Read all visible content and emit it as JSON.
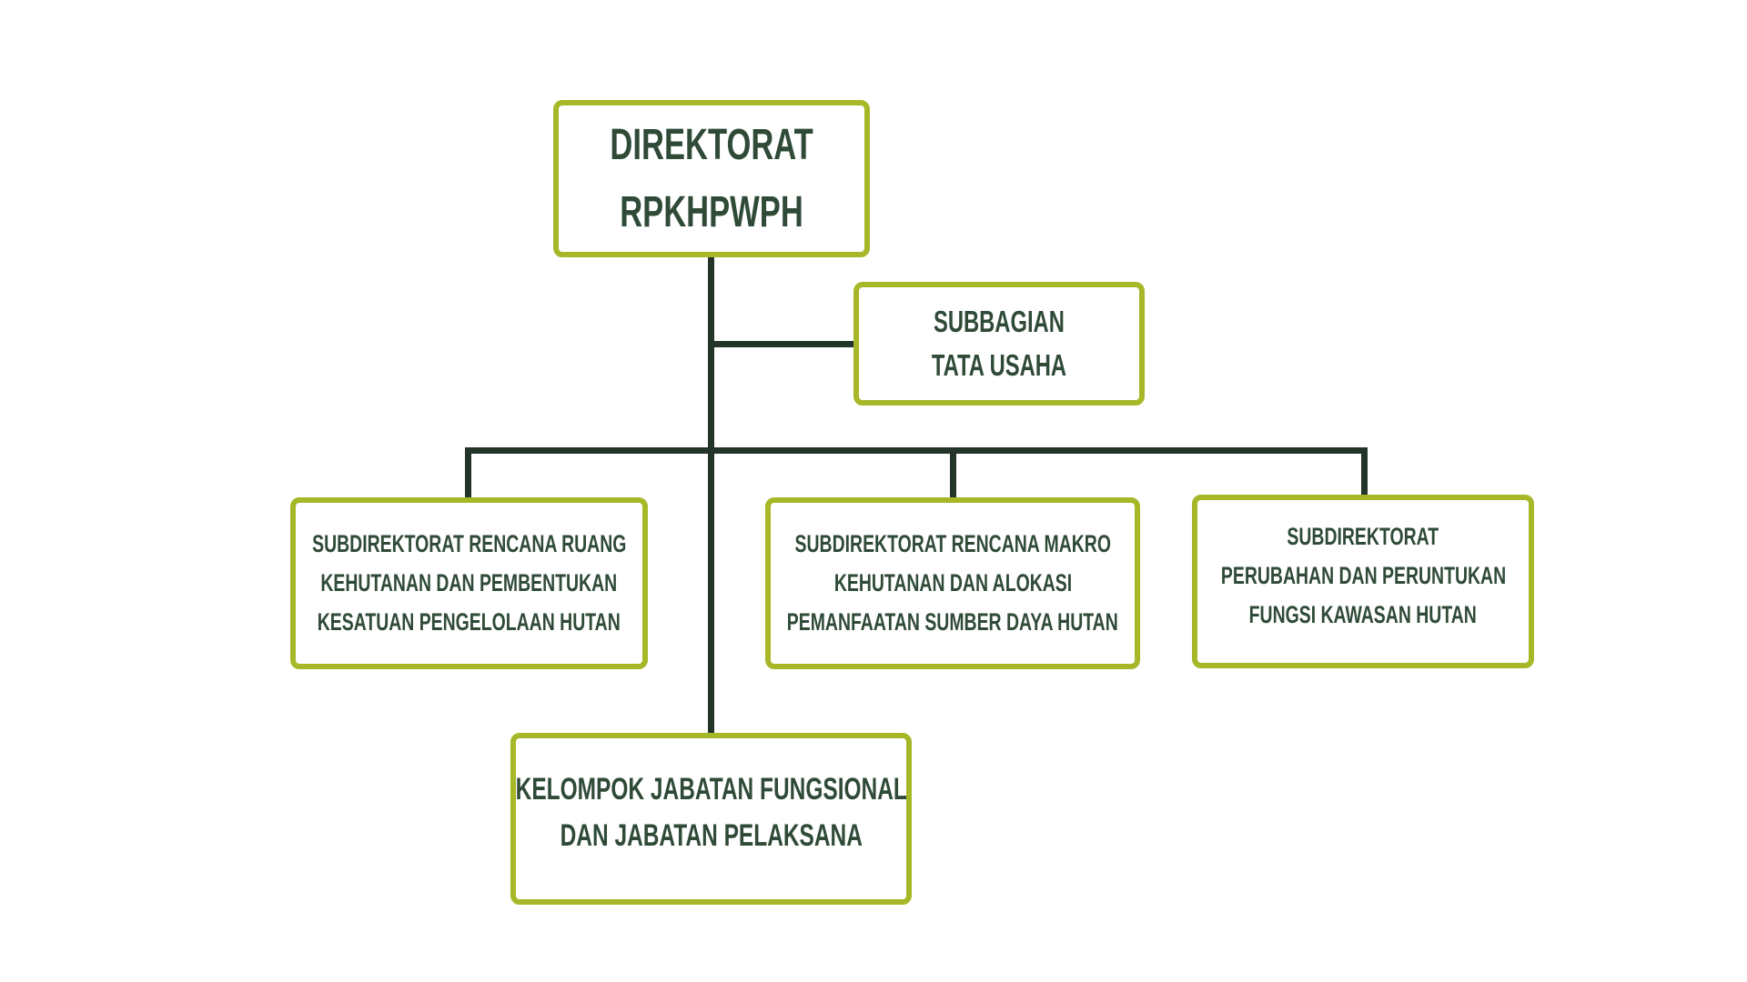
{
  "colors": {
    "border": "#a6b828",
    "text": "#2f4a37",
    "connector": "#233529"
  },
  "director": {
    "lines": [
      "DIREKTORAT",
      "RPKHPWPH"
    ]
  },
  "staff": {
    "lines": [
      "SUBBAGIAN",
      "TATA USAHA"
    ]
  },
  "subdirectorates": [
    {
      "lines": [
        "SUBDIREKTORAT RENCANA RUANG",
        "KEHUTANAN DAN PEMBENTUKAN",
        "KESATUAN PENGELOLAAN HUTAN"
      ]
    },
    {
      "lines": [
        "SUBDIREKTORAT RENCANA MAKRO",
        "KEHUTANAN DAN ALOKASI",
        "PEMANFAATAN SUMBER DAYA HUTAN"
      ]
    },
    {
      "lines": [
        "SUBDIREKTORAT",
        "PERUBAHAN DAN PERUNTUKAN",
        "FUNGSI KAWASAN HUTAN"
      ]
    }
  ],
  "functional": {
    "lines": [
      "KELOMPOK JABATAN FUNGSIONAL",
      "DAN JABATAN PELAKSANA"
    ]
  }
}
